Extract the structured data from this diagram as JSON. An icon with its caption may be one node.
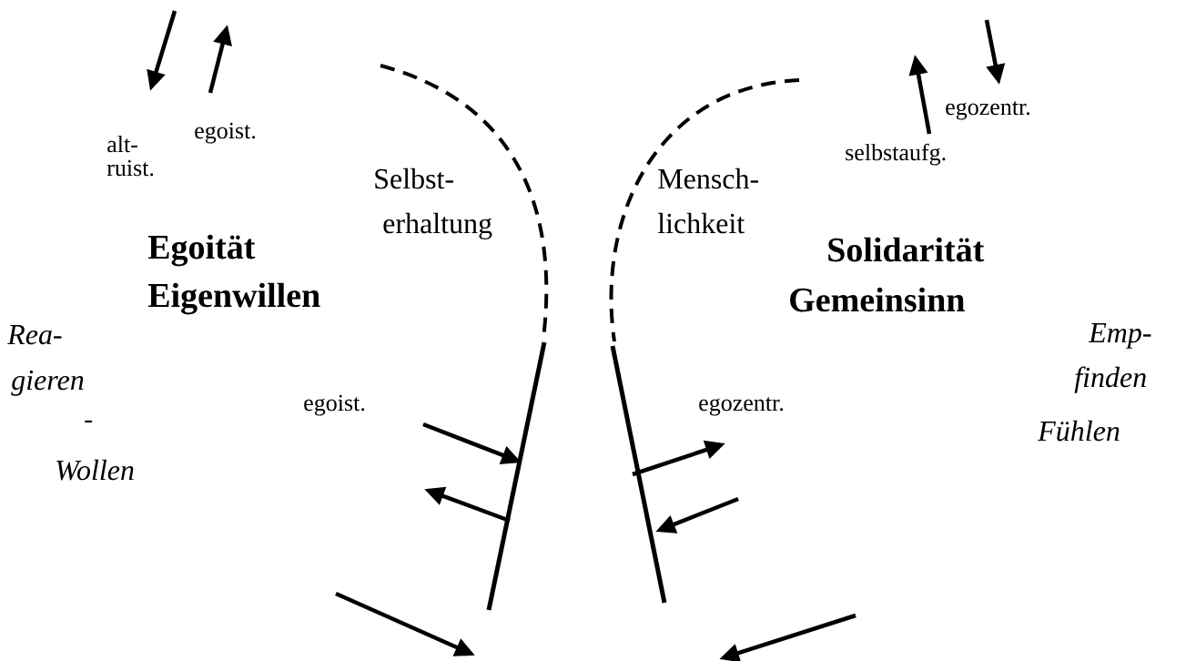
{
  "diagram": {
    "labels": [
      "alt-",
      "ruist.",
      "egoist.",
      "Selbst-",
      "erhaltung",
      "Egoität",
      "Eigenwillen",
      "Rea-",
      "gieren",
      "-",
      "Wollen",
      "egoist.",
      "Mensch-",
      "lichkeit",
      "egozentr.",
      "selbstaufg.",
      "Solidarität",
      "Gemeinsinn",
      "Emp-",
      "finden",
      "Fühlen",
      "egozentr."
    ]
  }
}
